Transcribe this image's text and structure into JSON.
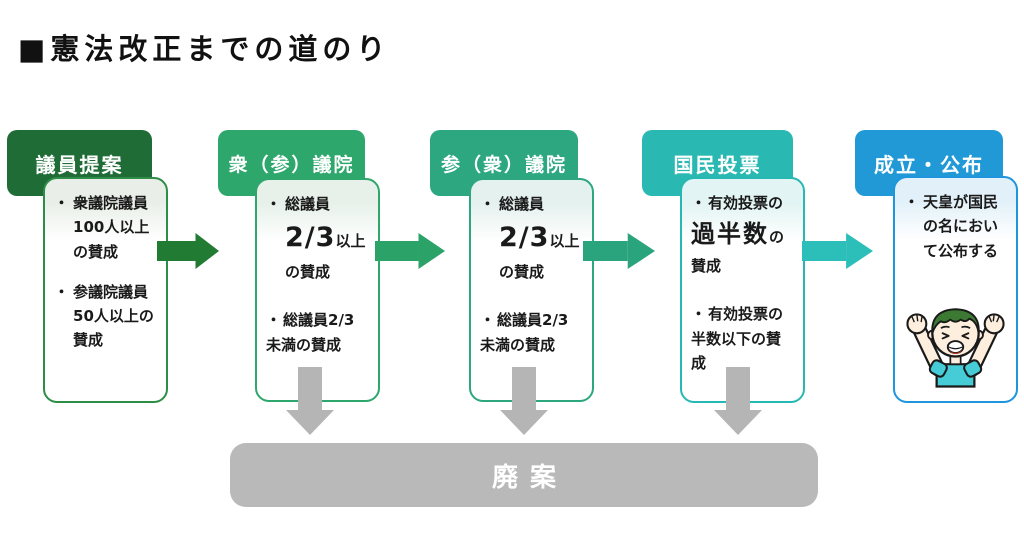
{
  "title": "■憲法改正までの道のり",
  "bullet_marker": "・",
  "stages": [
    {
      "header": "議員提案",
      "header_color": "#1f6c36",
      "border_color": "#2e8d46",
      "tint_color": "#e9efe8",
      "bullets": [
        "衆議院議員100人以上の賛成",
        "参議院議員50人以上の賛成"
      ]
    },
    {
      "header": "衆（参）議院",
      "header_color": "#2ea76d",
      "border_color": "#2ea76d",
      "tint_color": "#e7f1ea",
      "bullet1": {
        "pre": "総議員",
        "big": "2/3",
        "post": "以上の賛成"
      },
      "bullet2": "総議員2/3未満の賛成"
    },
    {
      "header": "参（衆）議院",
      "header_color": "#2ca77f",
      "border_color": "#2ca77f",
      "tint_color": "#e5f1ee",
      "bullet1": {
        "pre": "総議員",
        "big": "2/3",
        "post": "以上の賛成"
      },
      "bullet2": "総議員2/3未満の賛成"
    },
    {
      "header": "国民投票",
      "header_color": "#2ab8b2",
      "border_color": "#27b8b3",
      "tint_color": "#e2f4f3",
      "bullet1": {
        "pre": "有効投票の",
        "big": "過半数",
        "post": "の賛成"
      },
      "bullet2": "有効投票の半数以下の賛成"
    },
    {
      "header": "成立・公布",
      "header_color": "#2099d6",
      "border_color": "#1f95dd",
      "tint_color": "#e2f1f9",
      "bullets": [
        "天皇が国民の名において公布する"
      ],
      "illustration": "cheering-boy"
    }
  ],
  "arrows": {
    "forward_colors": [
      "#217b33",
      "#2ba368",
      "#2aa47d",
      "#2cbfba"
    ],
    "fail_color": "#b5b5b5"
  },
  "rejected": {
    "label": "廃案",
    "bg_color": "#b9b9b9"
  }
}
